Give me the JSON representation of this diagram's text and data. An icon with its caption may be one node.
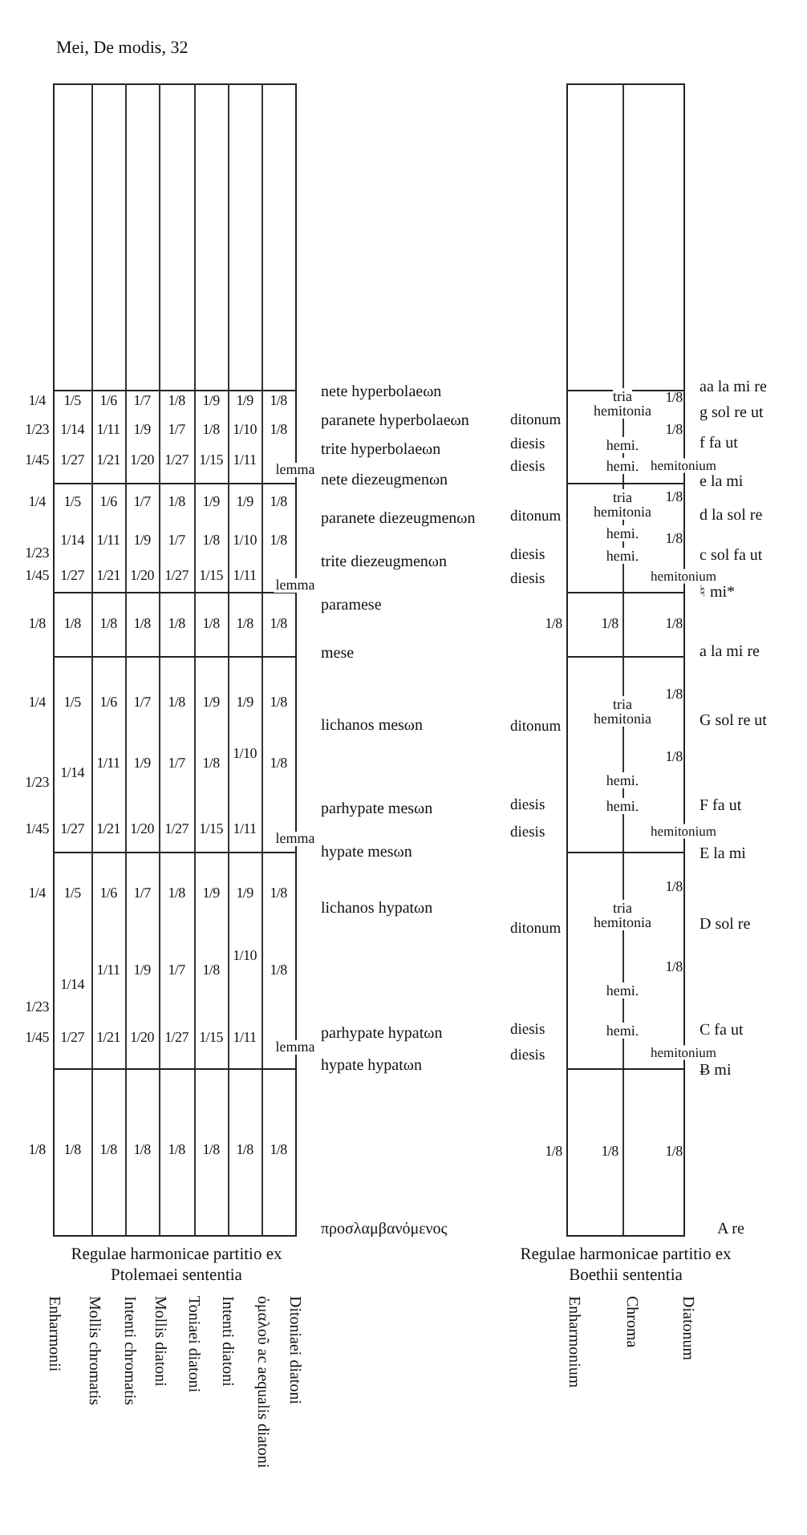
{
  "diagram": {
    "title": "Mei, De modis, 32",
    "labels": [
      "1/4",
      "1/5",
      "1/6",
      "1/7",
      "1/8",
      "1/9",
      "1/9",
      "1/8",
      "1/23",
      "1/14",
      "1/11",
      "1/9",
      "1/7",
      "1/8",
      "1/10",
      "1/8",
      "1/45",
      "1/27",
      "1/21",
      "1/20",
      "1/27",
      "1/15",
      "1/11",
      "lemma",
      "1/4",
      "1/5",
      "1/6",
      "1/7",
      "1/8",
      "1/9",
      "1/9",
      "1/8",
      "1/23",
      "1/14",
      "1/11",
      "1/9",
      "1/7",
      "1/8",
      "1/10",
      "1/8",
      "1/45",
      "1/27",
      "1/21",
      "1/20",
      "1/27",
      "1/15",
      "1/11",
      "lemma",
      "1/8",
      "1/8",
      "1/8",
      "1/8",
      "1/8",
      "1/8",
      "1/8",
      "1/8",
      "1/4",
      "1/5",
      "1/6",
      "1/7",
      "1/8",
      "1/9",
      "1/9",
      "1/8",
      "1/23",
      "1/14",
      "1/11",
      "1/9",
      "1/7",
      "1/8",
      "1/10",
      "1/8",
      "1/45",
      "1/27",
      "1/21",
      "1/20",
      "1/27",
      "1/15",
      "1/11",
      "lemma",
      "1/4",
      "1/5",
      "1/6",
      "1/7",
      "1/8",
      "1/9",
      "1/9",
      "1/8",
      "1/23",
      "1/14",
      "1/11",
      "1/9",
      "1/7",
      "1/8",
      "1/10",
      "1/8",
      "1/45",
      "1/27",
      "1/21",
      "1/20",
      "1/27",
      "1/15",
      "1/11",
      "lemma",
      "1/8",
      "1/8",
      "1/8",
      "1/8",
      "1/8",
      "1/8",
      "1/8",
      "1/8",
      "nete hyperbolaeωn",
      "paranete hyperbolaeωn",
      "trite hyperbolaeωn",
      "nete diezeugmenωn",
      "paranete diezeugmenωn",
      "trite diezeugmenωn",
      "paramese",
      "mese",
      "lichanos mesωn",
      "parhypate mesωn",
      "hypate mesωn",
      "lichanos hypatωn",
      "parhypate hypatωn",
      "hypate hypatωn",
      "προσλαμβανόμενος",
      "ditonum",
      "diesis",
      "diesis",
      "ditonum",
      "diesis",
      "diesis",
      "ditonum",
      "diesis",
      "diesis",
      "ditonum",
      "diesis",
      "diesis",
      "tria hemitonia",
      "1/8",
      "1/8",
      "hemi.",
      "hemi.",
      "hemitonium",
      "tria hemitonia",
      "1/8",
      "1/8",
      "hemi.",
      "hemi.",
      "hemitonium",
      "1/8",
      "1/8",
      "1/8",
      "tria hemitonia",
      "1/8",
      "1/8",
      "hemi.",
      "hemi.",
      "hemitonium",
      "tria hemitonia",
      "1/8",
      "1/8",
      "hemi.",
      "hemi.",
      "hemitonium",
      "1/8",
      "1/8",
      "1/8",
      "aa la mi re",
      "g sol re ut",
      "f fa ut",
      "e la mi",
      "d la sol re",
      "c sol fa ut",
      "♮ mi*",
      "a la mi re",
      "G sol re ut",
      "F fa ut",
      "E la mi",
      "D sol re",
      "C fa ut",
      "Ƀ mi",
      "A re",
      "Regulae harmonicae partitio ex Ptolemaei sententia",
      "Regulae harmonicae partitio ex Boethii sententia",
      "Enharmonii",
      "Mollis chromatis",
      "Intenti chromatis",
      "Mollis diatoni",
      "Toniaei diatoni",
      "Intenti diatoni",
      "ὁμαλοῦ ac aequalis diatoni",
      "Ditoniaei diatoni",
      "Enharmonium",
      "Chroma",
      "Diatonum"
    ]
  }
}
